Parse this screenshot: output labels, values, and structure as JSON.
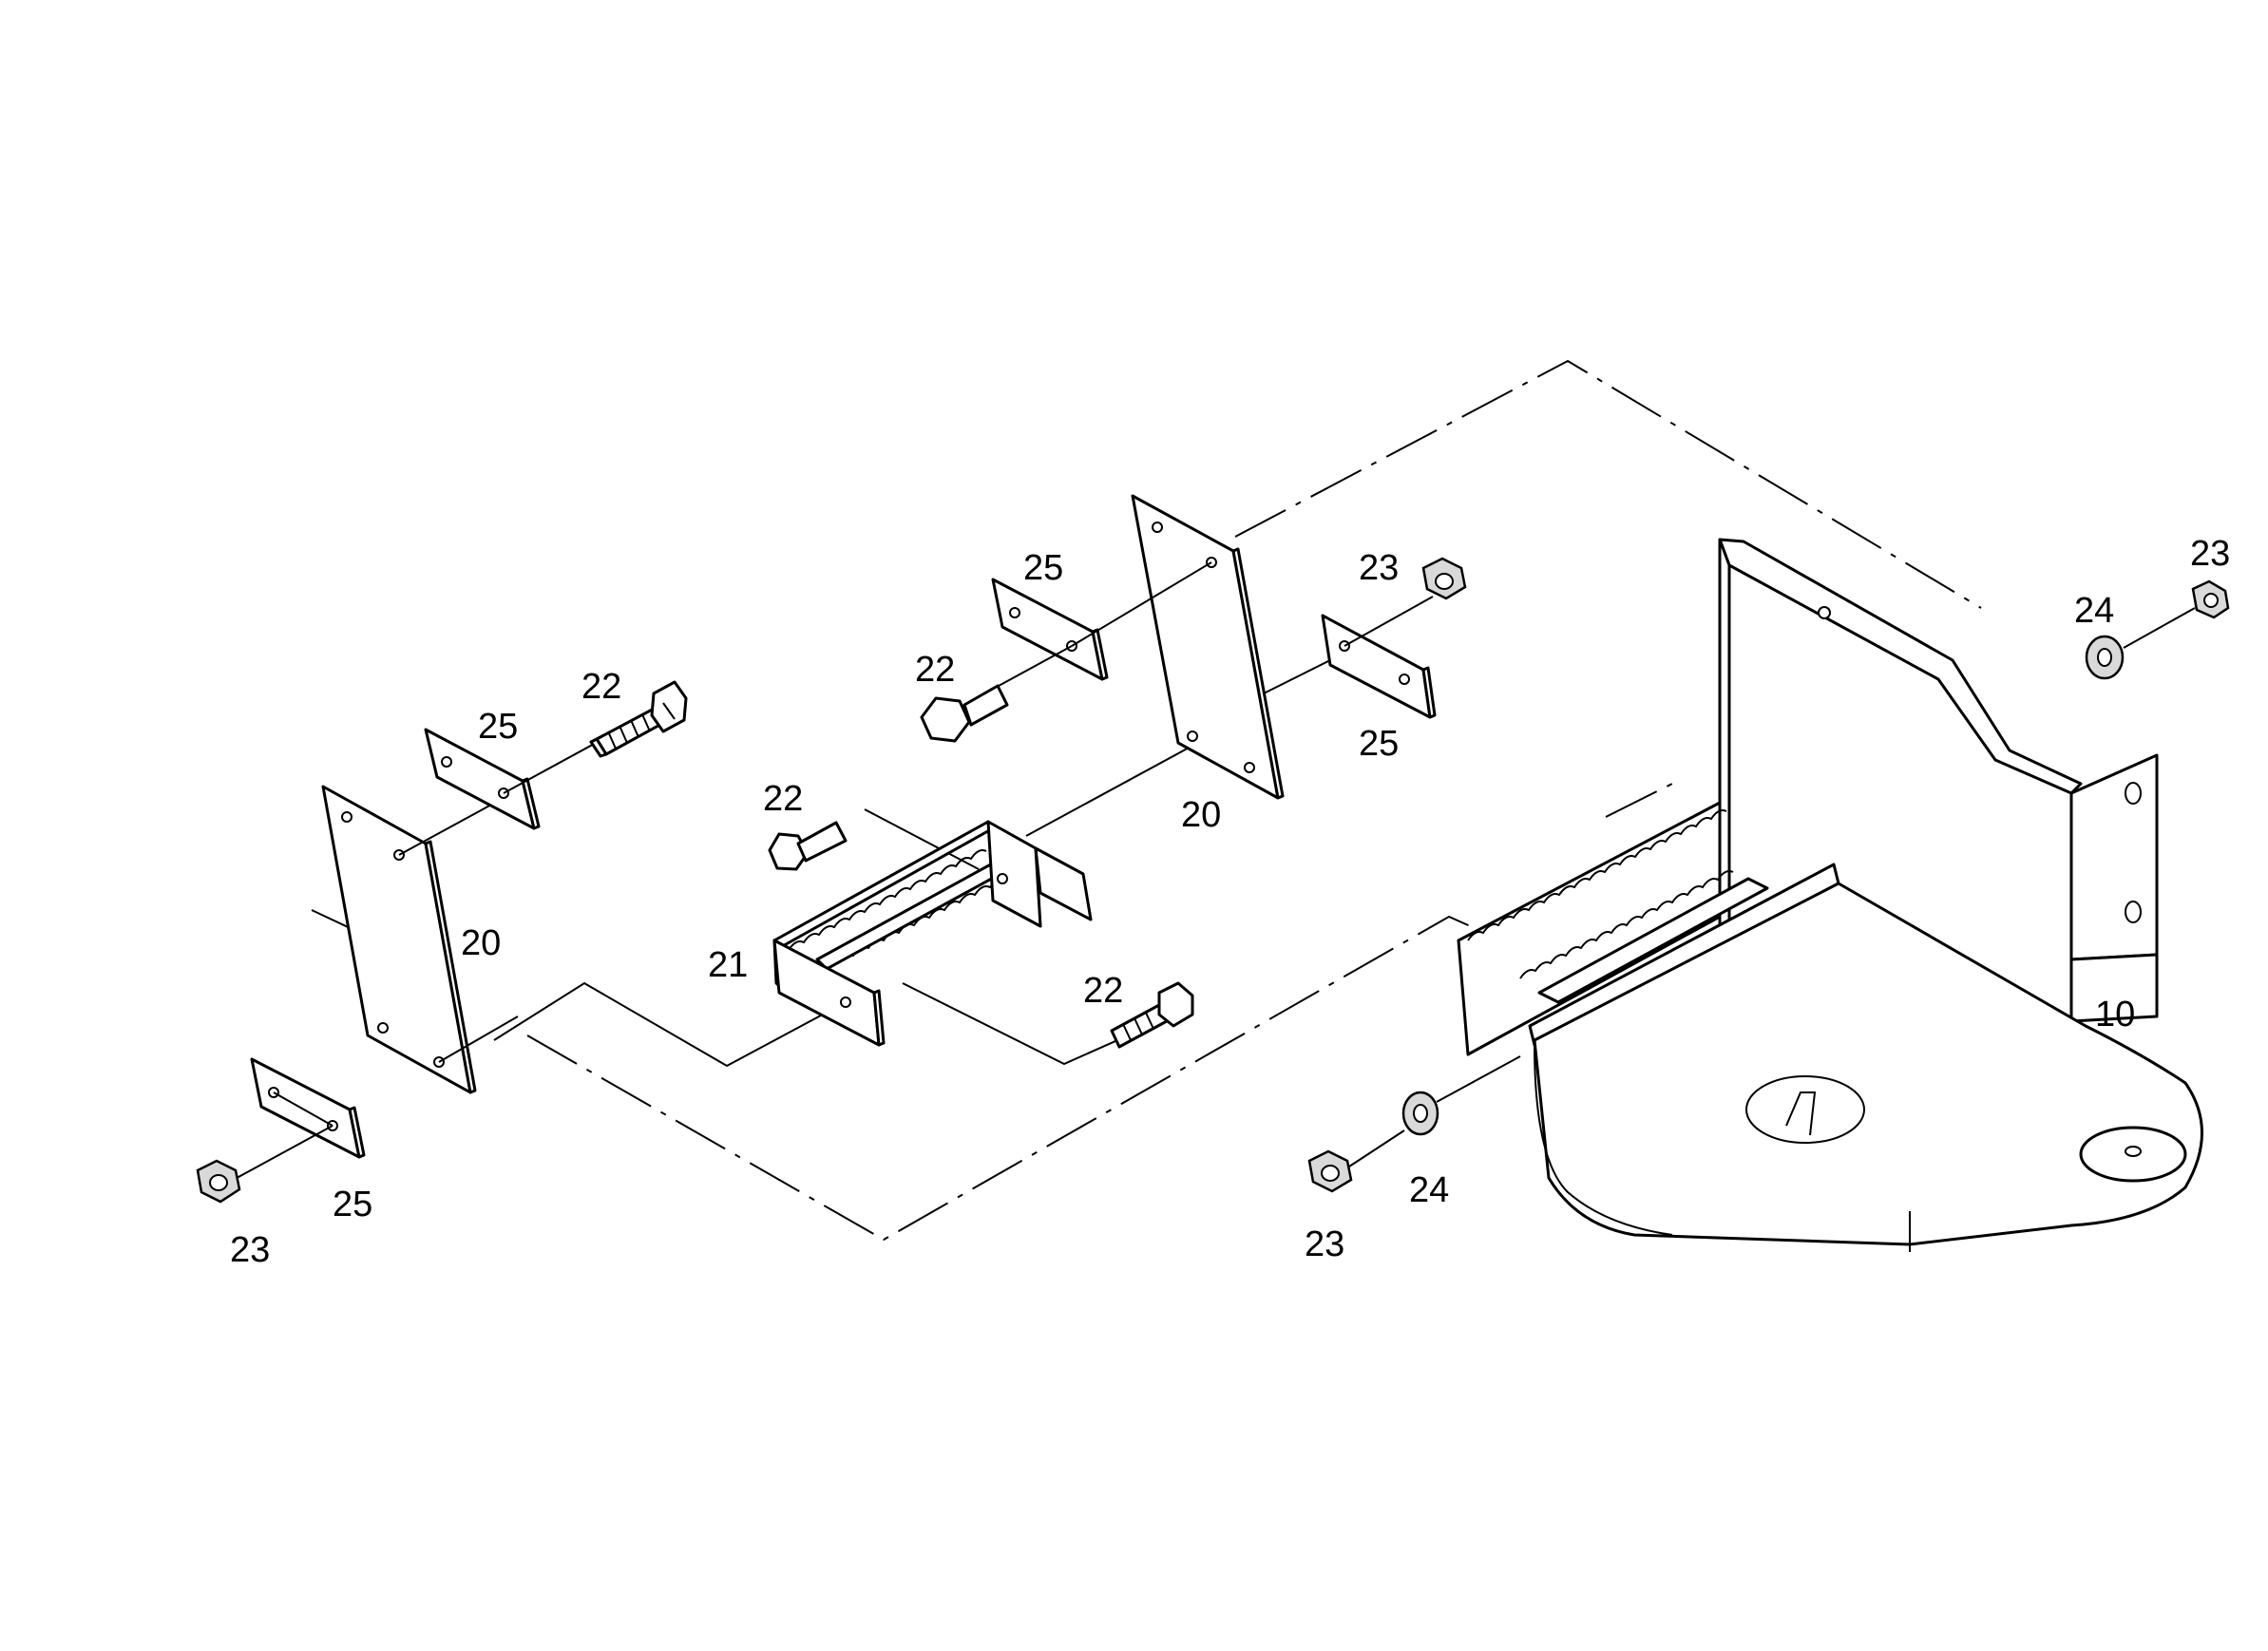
{
  "labels": {
    "frame_10": "10",
    "plate_20_left": "20",
    "plate_20_right": "20",
    "step_21": "21",
    "bolt_22_a": "22",
    "bolt_22_b": "22",
    "bolt_22_c": "22",
    "bolt_22_d": "22",
    "nut_23_a": "23",
    "nut_23_b": "23",
    "nut_23_c": "23",
    "nut_23_d": "23",
    "washer_24_a": "24",
    "washer_24_b": "24",
    "strip_25_a": "25",
    "strip_25_b": "25",
    "strip_25_c": "25",
    "strip_25_d": "25"
  }
}
